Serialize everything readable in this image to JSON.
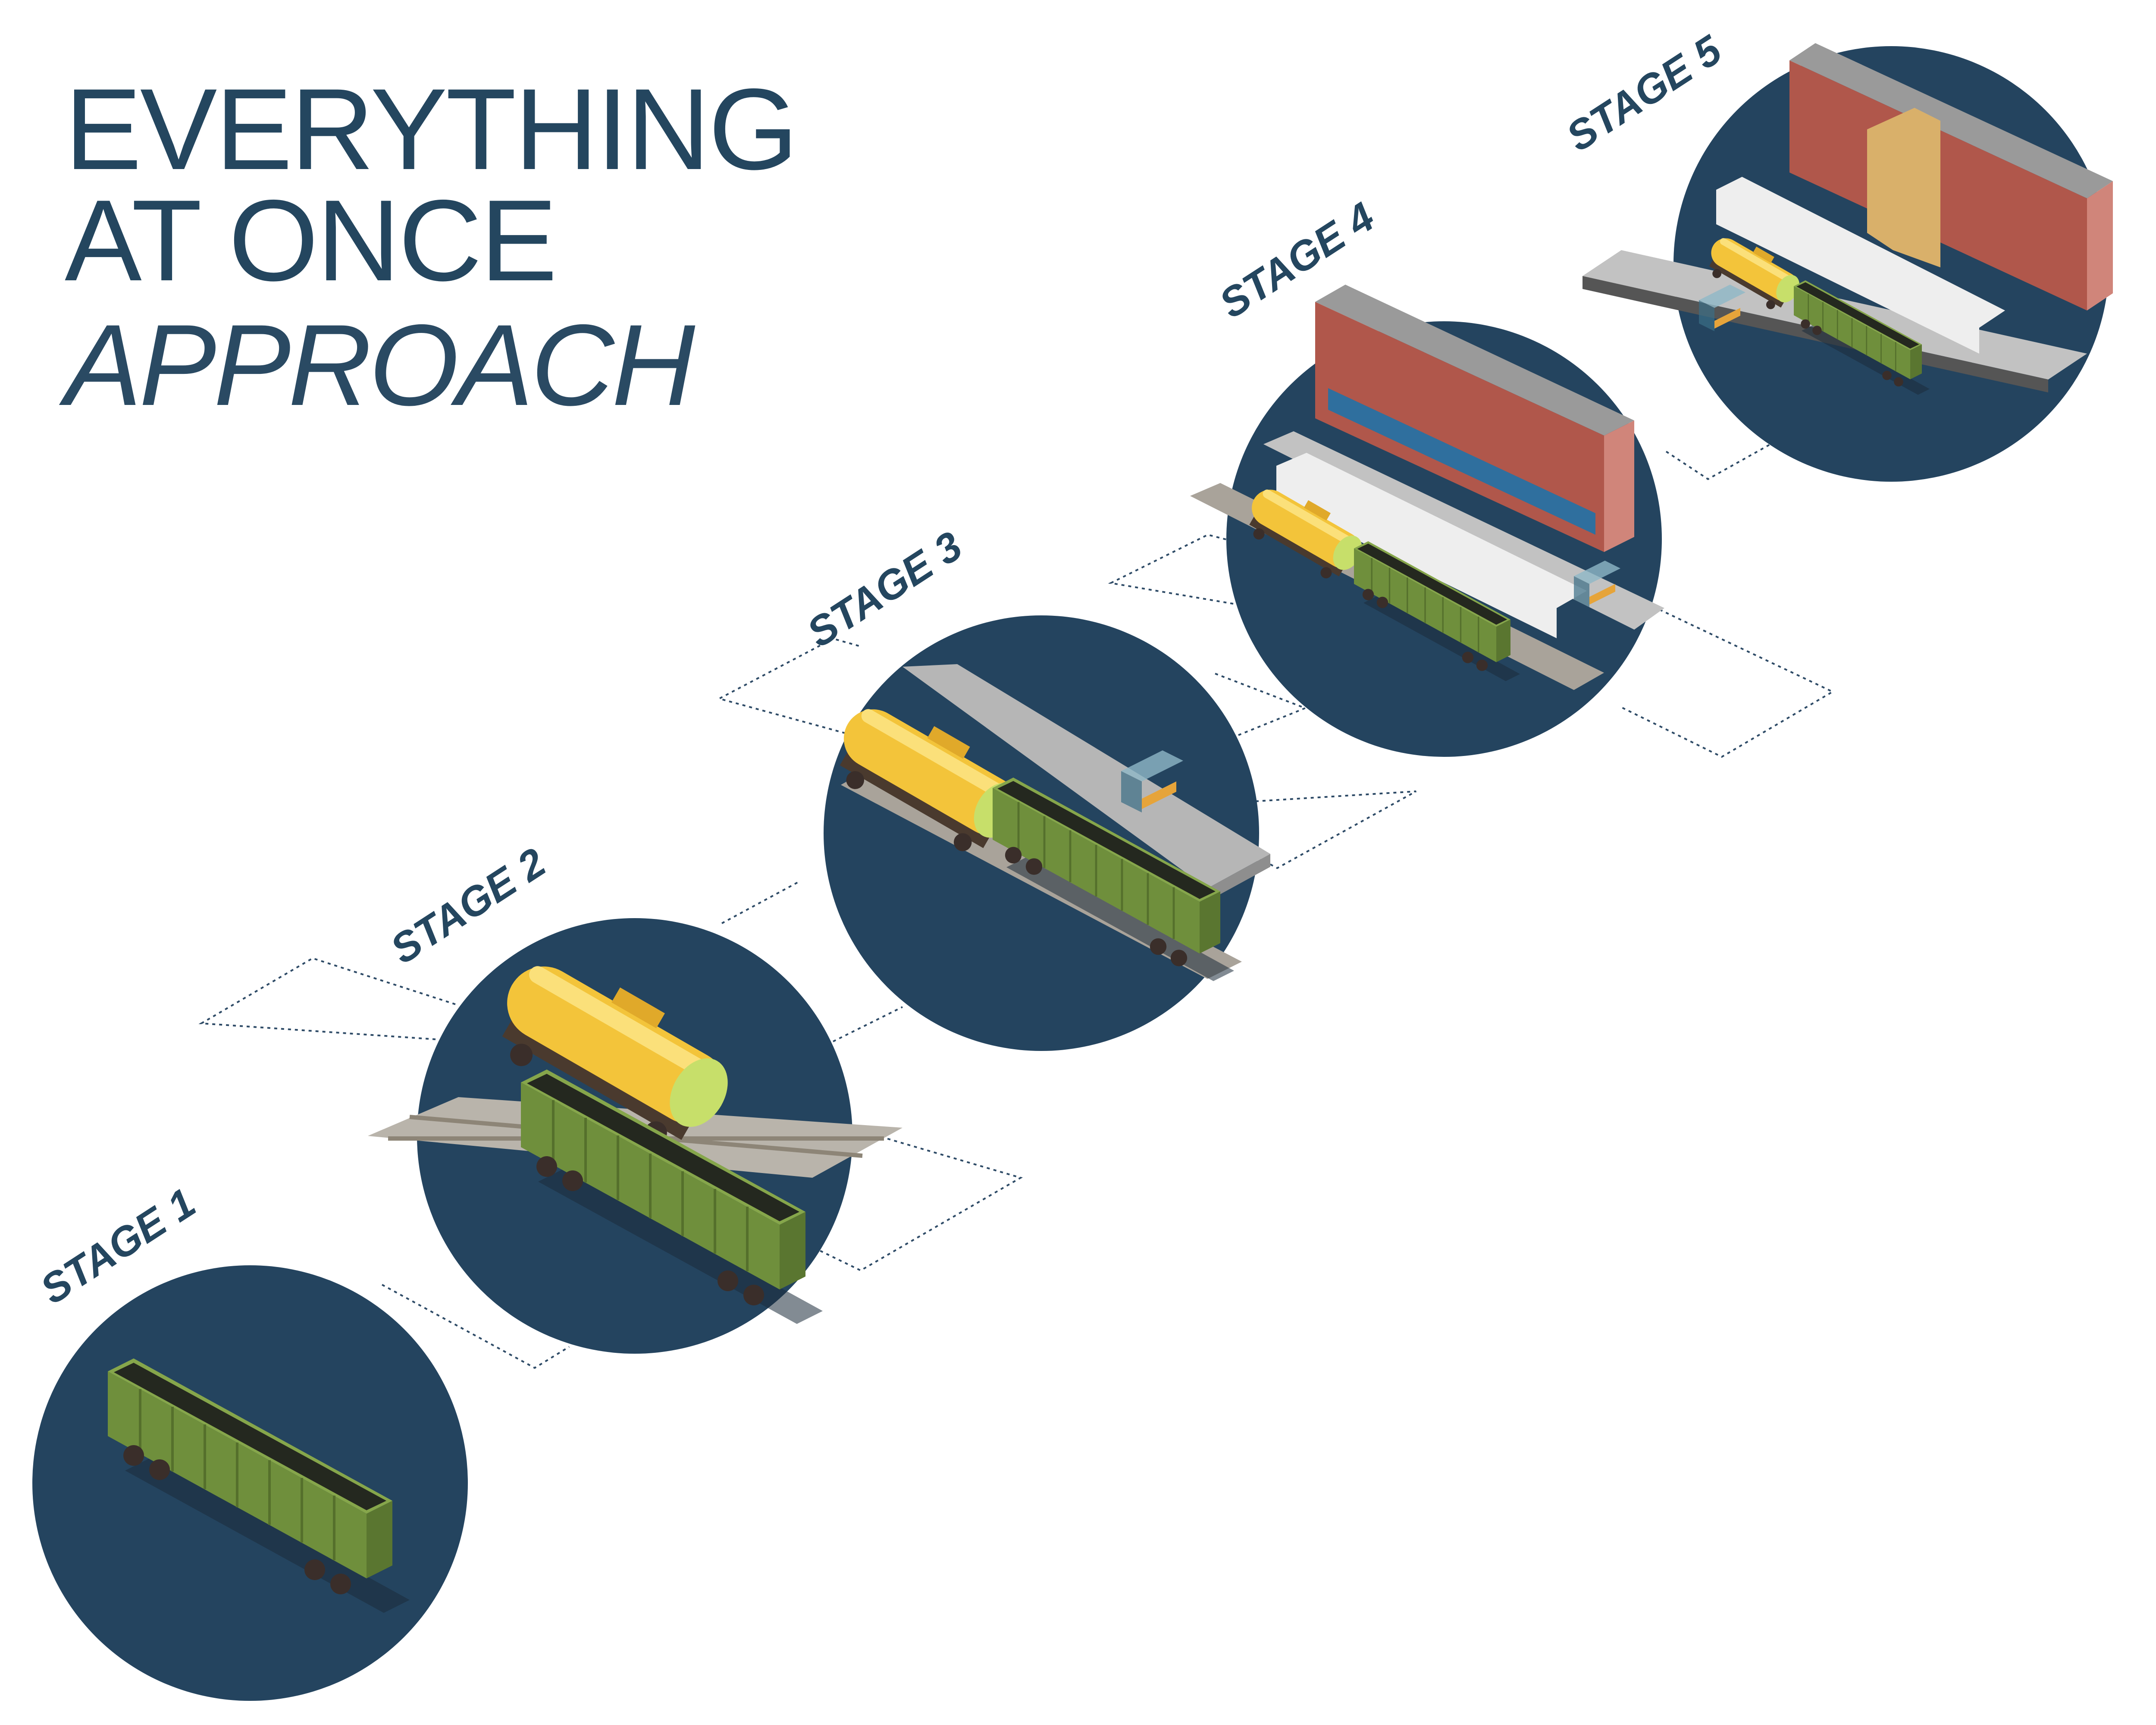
{
  "title": {
    "line1": "EVERYTHING",
    "line2": "AT ONCE",
    "line3": "APPROACH"
  },
  "stages": [
    {
      "label": "STAGE 1"
    },
    {
      "label": "STAGE 2"
    },
    {
      "label": "STAGE 3"
    },
    {
      "label": "STAGE 4"
    },
    {
      "label": "STAGE 5"
    }
  ],
  "colors": {
    "navy": "#24465f",
    "wagon_green": "#6f8f3c",
    "tank_yellow": "#f3c43a",
    "brick": "#b0574b"
  }
}
